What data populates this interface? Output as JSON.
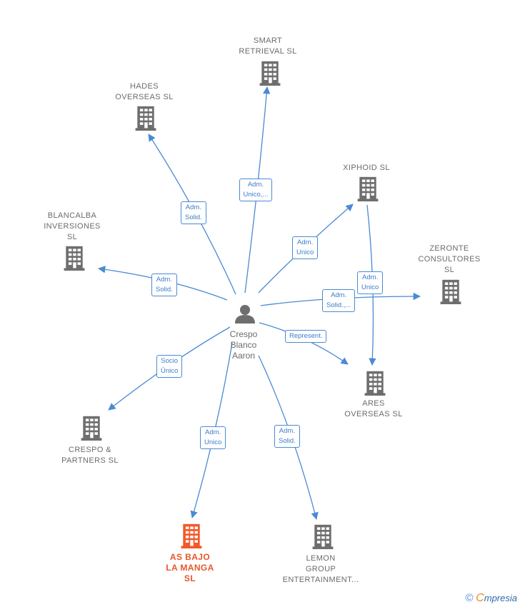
{
  "colors": {
    "edge": "#4a8ad4",
    "building": "#6e6e6e",
    "building_highlight": "#f25a2a",
    "label": "#6b6b6b",
    "label_highlight": "#e8562a",
    "person": "#6e6e6e"
  },
  "center": {
    "label": "Crespo\nBlanco\nAaron",
    "icon": "person-icon"
  },
  "nodes": [
    {
      "id": "smart",
      "label": "SMART\nRETRIEVAL  SL",
      "icon": "building-icon",
      "highlight": false
    },
    {
      "id": "hades",
      "label": "HADES\nOVERSEAS  SL",
      "icon": "building-icon",
      "highlight": false
    },
    {
      "id": "xiphoid",
      "label": "XIPHOID  SL",
      "icon": "building-icon",
      "highlight": false
    },
    {
      "id": "blancalba",
      "label": "BLANCALBA\nINVERSIONES\nSL",
      "icon": "building-icon",
      "highlight": false
    },
    {
      "id": "zeronte",
      "label": "ZERONTE\nCONSULTORES\nSL",
      "icon": "building-icon",
      "highlight": false
    },
    {
      "id": "ares",
      "label": "ARES\nOVERSEAS  SL",
      "icon": "building-icon",
      "highlight": false
    },
    {
      "id": "crespo",
      "label": "CRESPO &\nPARTNERS  SL",
      "icon": "building-icon",
      "highlight": false
    },
    {
      "id": "asbajo",
      "label": "AS BAJO\nLA MANGA\nSL",
      "icon": "building-icon",
      "highlight": true
    },
    {
      "id": "lemon",
      "label": "LEMON\nGROUP\nENTERTAINMENT...",
      "icon": "building-icon",
      "highlight": false
    }
  ],
  "edges": [
    {
      "to": "smart",
      "label": "Adm.\nUnico,..."
    },
    {
      "to": "hades",
      "label": "Adm.\nSolid."
    },
    {
      "to": "xiphoid",
      "label": "Adm.\nUnico"
    },
    {
      "to": "blancalba",
      "label": "Adm.\nSolid."
    },
    {
      "to": "zeronte",
      "label": "Adm.\nSolid.,..."
    },
    {
      "to": "ares",
      "label": "Represent."
    },
    {
      "to": "crespo",
      "label": "Socio\nÚnico"
    },
    {
      "to": "asbajo",
      "label": "Adm.\nUnico"
    },
    {
      "to": "lemon",
      "label": "Adm.\nSolid."
    },
    {
      "from": "xiphoid",
      "to": "ares",
      "label": "Adm.\nUnico"
    }
  ],
  "footer": {
    "copyright": "©",
    "brand_initial": "C",
    "brand_rest": "mpresia"
  }
}
